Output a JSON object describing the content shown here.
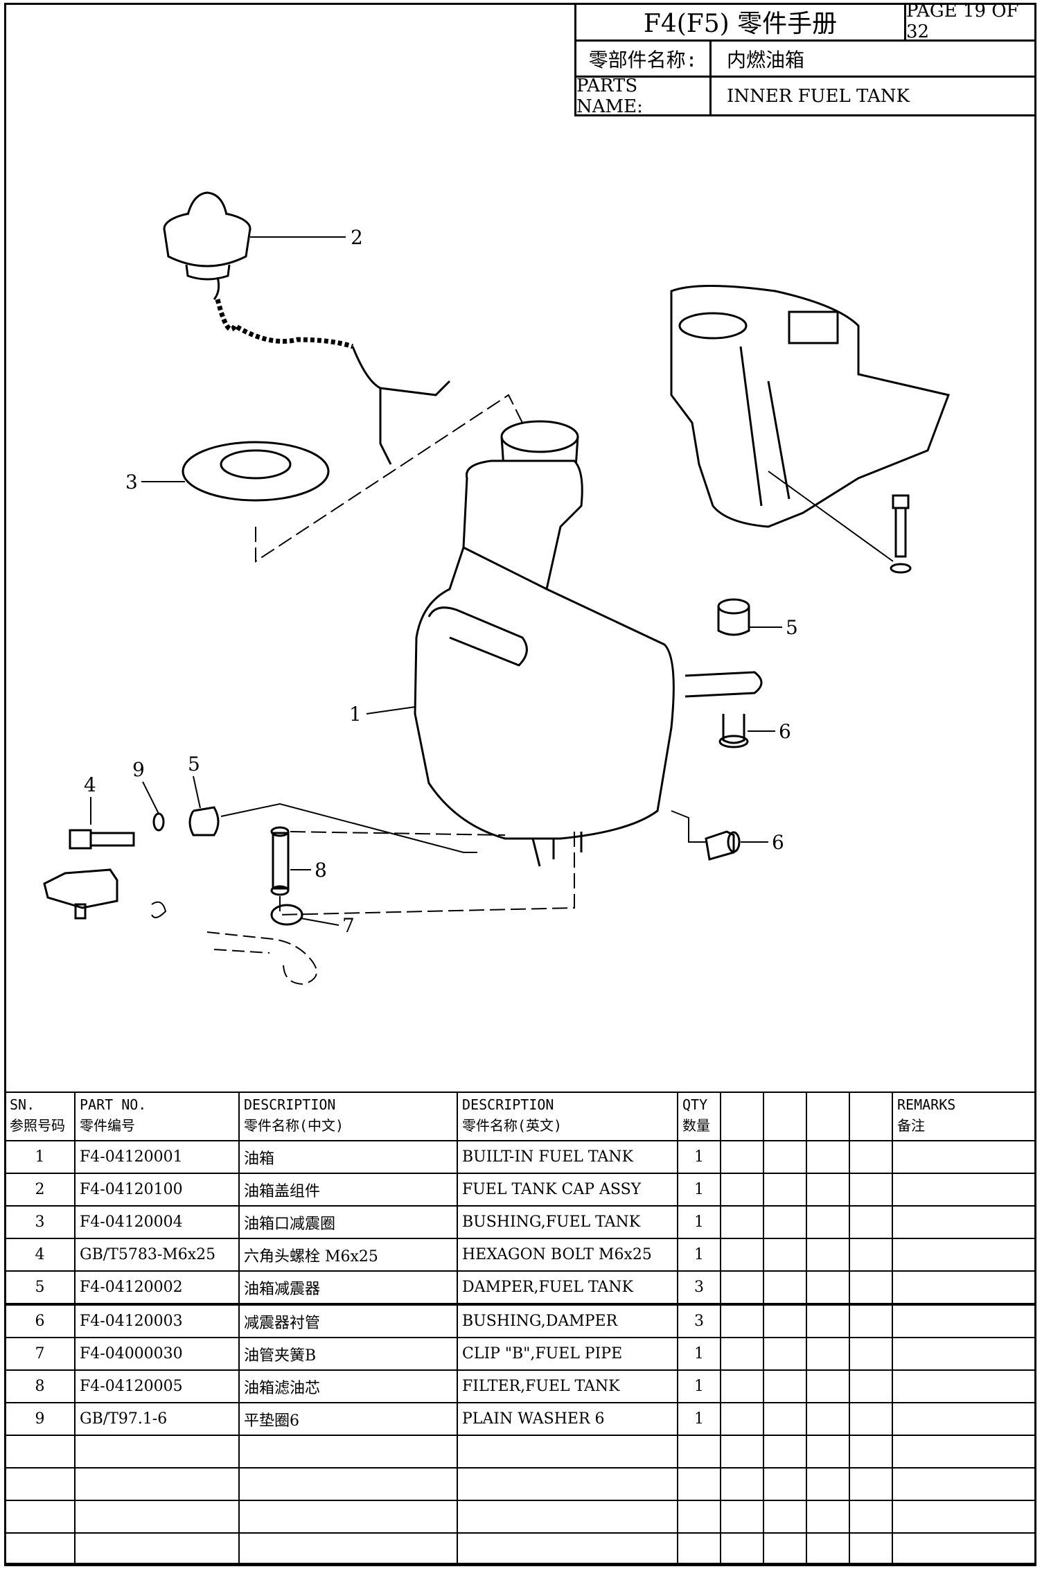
{
  "header": {
    "title": "F4(F5) 零件手册",
    "page": "PAGE 19 OF 32",
    "cn_name_label": "零部件名称:",
    "cn_name_value": "内燃油箱",
    "parts_name_label": "PARTS NAME:",
    "parts_name_value": "INNER FUEL TANK"
  },
  "callouts": {
    "c1": "1",
    "c2": "2",
    "c3": "3",
    "c4": "4",
    "c5a": "5",
    "c5b": "5",
    "c6a": "6",
    "c6b": "6",
    "c7": "7",
    "c8": "8",
    "c9": "9"
  },
  "table": {
    "headers": {
      "sn_en": "SN.",
      "sn_cn": "参照号码",
      "part_en": "PART NO.",
      "part_cn": "零件编号",
      "desc_cn_en": "DESCRIPTION",
      "desc_cn_cn": "零件名称(中文)",
      "desc_en_en": "DESCRIPTION",
      "desc_en_cn": "零件名称(英文)",
      "qty_en": "QTY",
      "qty_cn": "数量",
      "remarks_en": "REMARKS",
      "remarks_cn": "备注"
    },
    "rows": [
      {
        "sn": "1",
        "part_no": "F4-04120001",
        "desc_cn": "油箱",
        "desc_en": "BUILT-IN FUEL TANK",
        "qty": "1"
      },
      {
        "sn": "2",
        "part_no": "F4-04120100",
        "desc_cn": "油箱盖组件",
        "desc_en": "FUEL TANK CAP ASSY",
        "qty": "1"
      },
      {
        "sn": "3",
        "part_no": "F4-04120004",
        "desc_cn": "油箱口减震圈",
        "desc_en": "BUSHING,FUEL TANK",
        "qty": "1"
      },
      {
        "sn": "4",
        "part_no": "GB/T5783-M6x25",
        "desc_cn": "六角头螺栓 M6x25",
        "desc_en": "HEXAGON BOLT M6x25",
        "qty": "1"
      },
      {
        "sn": "5",
        "part_no": "F4-04120002",
        "desc_cn": "油箱减震器",
        "desc_en": "DAMPER,FUEL TANK",
        "qty": "3"
      },
      {
        "sn": "6",
        "part_no": "F4-04120003",
        "desc_cn": "减震器衬管",
        "desc_en": "BUSHING,DAMPER",
        "qty": "3"
      },
      {
        "sn": "7",
        "part_no": "F4-04000030",
        "desc_cn": "油管夹簧B",
        "desc_en": "CLIP \"B\",FUEL PIPE",
        "qty": "1"
      },
      {
        "sn": "8",
        "part_no": "F4-04120005",
        "desc_cn": "油箱滤油芯",
        "desc_en": "FILTER,FUEL TANK",
        "qty": "1"
      },
      {
        "sn": "9",
        "part_no": "GB/T97.1-6",
        "desc_cn": "平垫圈6",
        "desc_en": "PLAIN WASHER 6",
        "qty": "1"
      }
    ]
  }
}
